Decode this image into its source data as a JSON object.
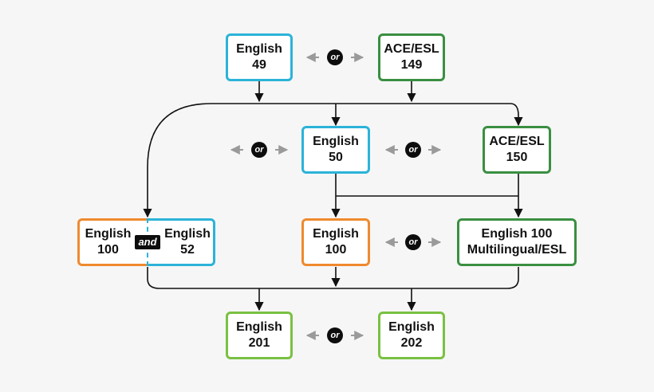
{
  "nodes": {
    "english_49": {
      "line1": "English",
      "line2": "49"
    },
    "ace_esl_149": {
      "line1": "ACE/ESL",
      "line2": "149"
    },
    "english_50": {
      "line1": "English",
      "line2": "50"
    },
    "ace_esl_150": {
      "line1": "ACE/ESL",
      "line2": "150"
    },
    "english_100_a": {
      "line1": "English",
      "line2": "100"
    },
    "english_52": {
      "line1": "English",
      "line2": "52"
    },
    "english_100_b": {
      "line1": "English",
      "line2": "100"
    },
    "english_100_ml": {
      "line1": "English 100",
      "line2": "Multilingual/ESL"
    },
    "english_201": {
      "line1": "English",
      "line2": "201"
    },
    "english_202": {
      "line1": "English",
      "line2": "202"
    }
  },
  "connectors": {
    "or": "or",
    "and": "and"
  },
  "colors": {
    "blue": "#2bb3d8",
    "green": "#3a8f41",
    "orange": "#ef8a2e",
    "lime": "#7ac142",
    "arrow_gray": "#9a9a9a",
    "line": "#111111",
    "background": "#f6f6f6"
  }
}
